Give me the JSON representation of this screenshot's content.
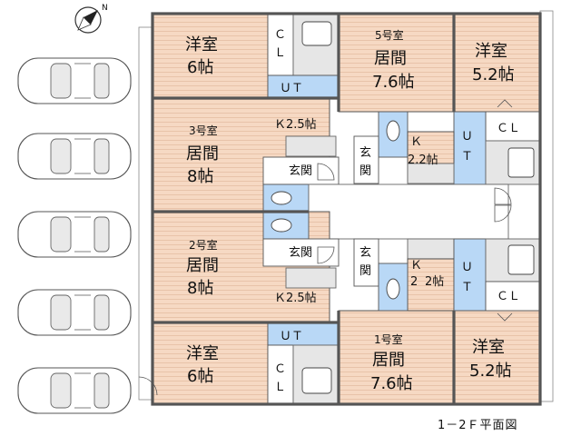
{
  "caption": "1－2Ｆ平面図",
  "compass": {
    "north_label": "N"
  },
  "colors": {
    "wood": "#f6d9c3",
    "wood_line": "#e5bea3",
    "water": "#b9d8f6",
    "wall": "#555555"
  },
  "rooms": {
    "r5": {
      "yoshitsu_label": "洋室",
      "yoshitsu_size": "6帖",
      "cl_top": "Ｃ",
      "cl_bottom": "Ｌ",
      "ut_label": "ＵＴ",
      "number": "5号室",
      "ima_label": "居間",
      "ima_size": "7.6帖",
      "yoshitsu2_label": "洋室",
      "yoshitsu2_size": "5.2帖",
      "ut2_top": "Ｕ",
      "ut2_bottom": "Ｔ",
      "cl2_label": "ＣＬ",
      "k_label": "Ｋ",
      "k_size": "2.2帖",
      "genkan_top": "玄",
      "genkan_bottom": "関"
    },
    "r3": {
      "number": "3号室",
      "k_size": "Ｋ2.5帖",
      "ima_label": "居間",
      "ima_size": "8帖",
      "genkan_label": "玄関"
    },
    "r2": {
      "number": "2号室",
      "k_size": "Ｋ2.5帖",
      "ima_label": "居間",
      "ima_size": "8帖",
      "genkan_label": "玄関"
    },
    "r1": {
      "yoshitsu_label": "洋室",
      "yoshitsu_size": "6帖",
      "cl_top": "Ｃ",
      "cl_bottom": "Ｌ",
      "ut_label": "ＵＴ",
      "number": "1号室",
      "ima_label": "居間",
      "ima_size": "7.6帖",
      "yoshitsu2_label": "洋室",
      "yoshitsu2_size": "5.2帖",
      "ut2_top": "Ｕ",
      "ut2_bottom": "Ｔ",
      "cl2_label": "ＣＬ",
      "k_label": "Ｋ",
      "k_num": "2",
      "k_size": "2帖",
      "genkan_top": "玄",
      "genkan_bottom": "関"
    }
  }
}
